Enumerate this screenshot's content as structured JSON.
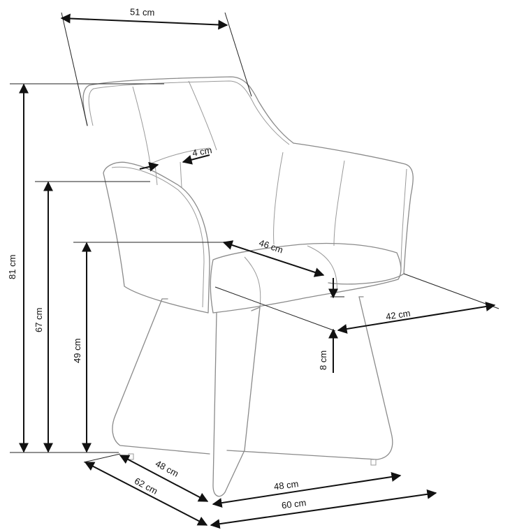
{
  "dimensions": {
    "top_width": "51 cm",
    "armrest_width": "4 cm",
    "seat_diagonal": "46 cm",
    "seat_depth": "42 cm",
    "seat_cushion": "8 cm",
    "total_height": "81 cm",
    "armrest_height": "67 cm",
    "seat_height": "49 cm",
    "frame_depth": "48 cm",
    "total_depth": "62 cm",
    "frame_width": "48 cm",
    "total_width": "60 cm"
  }
}
